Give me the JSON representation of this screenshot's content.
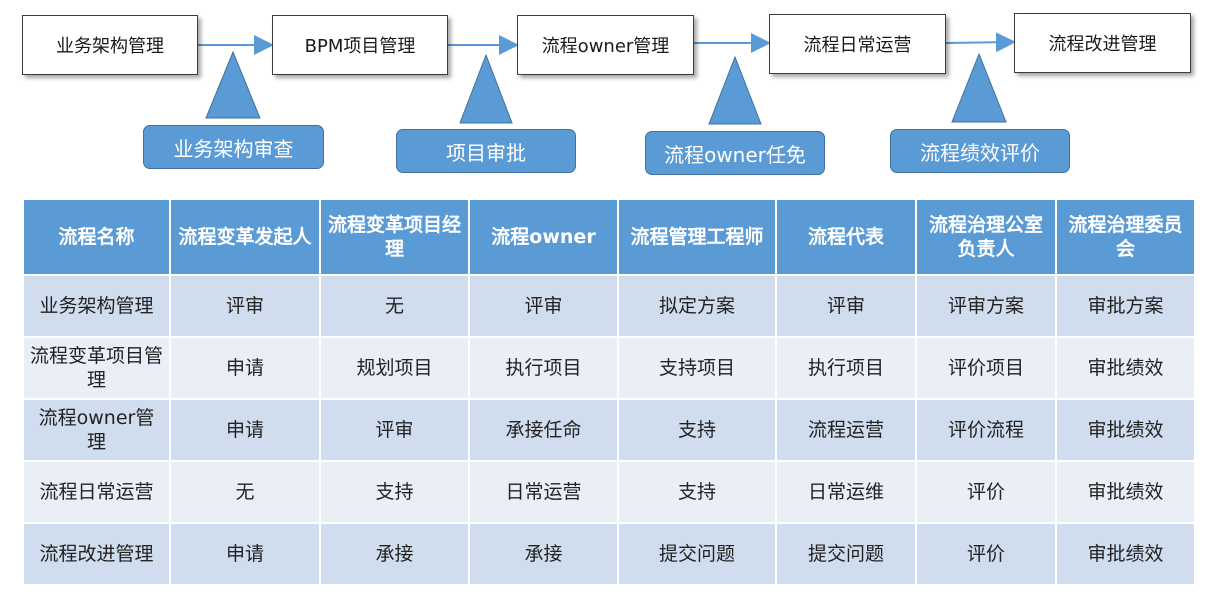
{
  "flow": {
    "stages": [
      "业务架构管理",
      "BPM项目管理",
      "流程owner管理",
      "流程日常运营",
      "流程改进管理"
    ],
    "gates": [
      "业务架构审查",
      "项目审批",
      "流程owner任免",
      "流程绩效评价"
    ]
  },
  "table": {
    "headers": [
      "流程名称",
      "流程变革发起人",
      "流程变革项目经理",
      "流程owner",
      "流程管理工程师",
      "流程代表",
      "流程治理公室负责人",
      "流程治理委员会"
    ],
    "rows": [
      [
        "业务架构管理",
        "评审",
        "无",
        "评审",
        "拟定方案",
        "评审",
        "评审方案",
        "审批方案"
      ],
      [
        "流程变革项目管理",
        "申请",
        "规划项目",
        "执行项目",
        "支持项目",
        "执行项目",
        "评价项目",
        "审批绩效"
      ],
      [
        "流程owner管理",
        "申请",
        "评审",
        "承接任命",
        "支持",
        "流程运营",
        "评价流程",
        "审批绩效"
      ],
      [
        "流程日常运营",
        "无",
        "支持",
        "日常运营",
        "支持",
        "日常运维",
        "评价",
        "审批绩效"
      ],
      [
        "流程改进管理",
        "申请",
        "承接",
        "承接",
        "提交问题",
        "提交问题",
        "评价",
        "审批绩效"
      ]
    ]
  },
  "colors": {
    "accent": "#5b9bd5",
    "arrow": "#5b9bd5",
    "row_dark": "#d0ddee",
    "row_light": "#e9eef7"
  }
}
